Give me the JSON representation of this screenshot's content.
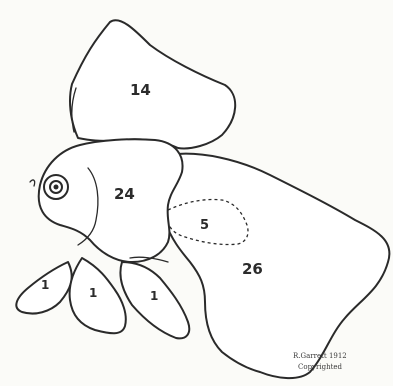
{
  "regions": [
    {
      "id": "dorsal-fin",
      "label": "14"
    },
    {
      "id": "body",
      "label": "24"
    },
    {
      "id": "inner-region",
      "label": "5"
    },
    {
      "id": "tail-fin",
      "label": "26"
    },
    {
      "id": "pectoral-fin",
      "label": "1"
    },
    {
      "id": "pelvic-fin",
      "label": "1"
    },
    {
      "id": "anal-fin",
      "label": "1"
    }
  ],
  "signature": {
    "line1": "R.Garrett 1912",
    "line2": "Copyrighted"
  }
}
